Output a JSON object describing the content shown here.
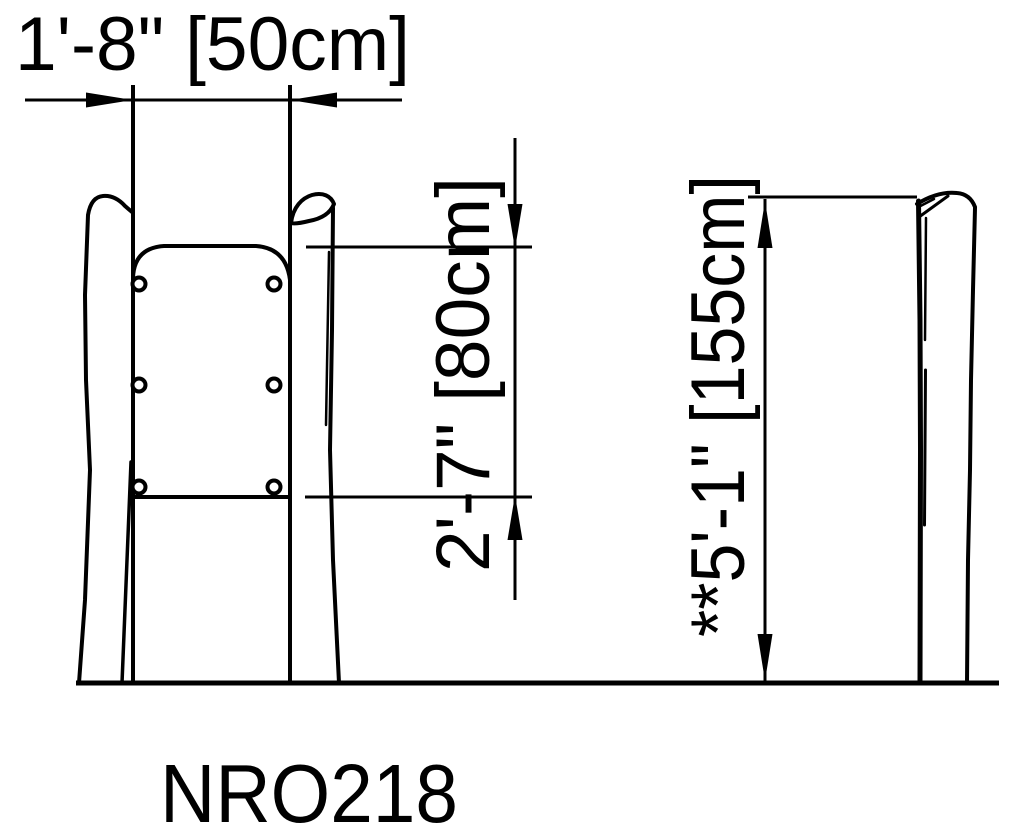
{
  "page": {
    "background_color": "#ffffff",
    "line_color": "#000000"
  },
  "title": "NRO218",
  "dimensions": {
    "width_label": "1'-8\" [50cm]",
    "width_imperial": "1'-8\"",
    "width_metric_cm": 50,
    "height_label": "2'-7\" [80cm]",
    "height_imperial": "2'-7\"",
    "height_metric_cm": 80,
    "total_height_label": "**5'-1\" [155cm]",
    "total_height_imperial": "**5'-1\"",
    "total_height_metric_cm": 155
  }
}
